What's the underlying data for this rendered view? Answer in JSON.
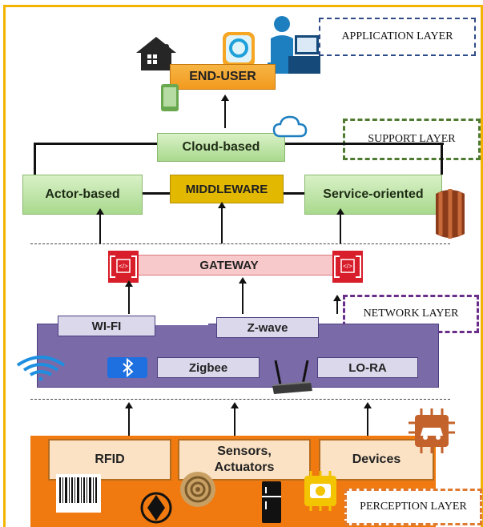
{
  "layers": {
    "application": "APPLICATION LAYER",
    "support": "SUPPORT LAYER",
    "network": "NETWORK LAYER",
    "perception": "PERCEPTION LAYER"
  },
  "application": {
    "end_user": "END-USER"
  },
  "support": {
    "cloud": "Cloud-based",
    "actor": "Actor-based",
    "middleware": "MIDDLEWARE",
    "service": "Service-oriented"
  },
  "gateway": {
    "label": "GATEWAY"
  },
  "network": {
    "wifi": "WI-FI",
    "zwave": "Z-wave",
    "zigbee": "Zigbee",
    "lora": "LO-RA"
  },
  "perception": {
    "rfid": "RFID",
    "sensors": "Sensors, Actuators",
    "devices": "Devices"
  },
  "colors": {
    "frame": "#f2b400",
    "application_border": "#2e4a86",
    "support_border": "#4f7a32",
    "network_border": "#6a2e8a",
    "perception_border": "#e07a30",
    "network_band": "#7b6aa8",
    "perception_band": "#f07a10",
    "gateway": "#d81e2a"
  },
  "icons": [
    "house-icon",
    "alexa-icon",
    "user-at-computer-icon",
    "phone-icon",
    "cloud-icon",
    "server-stack-icon",
    "gateway-icon",
    "wifi-icon",
    "bluetooth-icon",
    "router-icon",
    "barcode-icon",
    "speaker-icon",
    "rfid-signal-icon",
    "fridge-icon",
    "camera-chip-icon",
    "car-chip-icon"
  ]
}
